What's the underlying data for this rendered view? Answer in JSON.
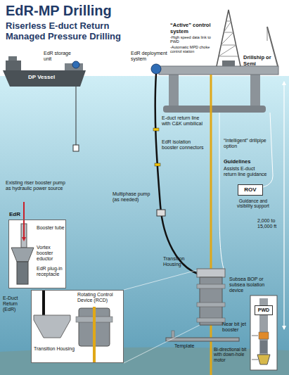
{
  "diagram": {
    "title": "EdR-MP Drilling",
    "nodes": [
      {
        "text": [
          "EdR",
          "Booster tube",
          "Vortex booster eductor",
          "EdR plug-in receptacle"
        ]
      },
      {
        "text": [
          "Rotating Control Device (RCD)",
          "Transition Housing"
        ]
      },
      {
        "text": [
          "ROV",
          "Guidance and visibility support"
        ]
      },
      {
        "text": [
          "PWD"
        ]
      }
    ],
    "labels": [
      "Riserless E-duct Return Managed Pressure Drilling",
      "EdR storage unit",
      "EdR deployment system",
      "“Active” control system",
      "-High speed data link to PWD",
      "-Automatic MPD choke control station",
      "Drillship or Semi",
      "DP Vessel",
      "E-duct return line with C&K umbilical",
      "EdR isolation booster connectors",
      "“Intelligent” drillpipe option",
      "Guidelines",
      "Assists E-duct return line guidance",
      "2,000 to 15,000 ft",
      "Multiphase pump (as needed)",
      "Existing riser booster pump as hydraulic power source",
      "E-Duct Return (EdR)",
      "Transition Housing",
      "Subsea BOP or subsea isolation device",
      "Template",
      "Near bit jet booster",
      "Bi-directional bit with down-hole motor"
    ]
  }
}
